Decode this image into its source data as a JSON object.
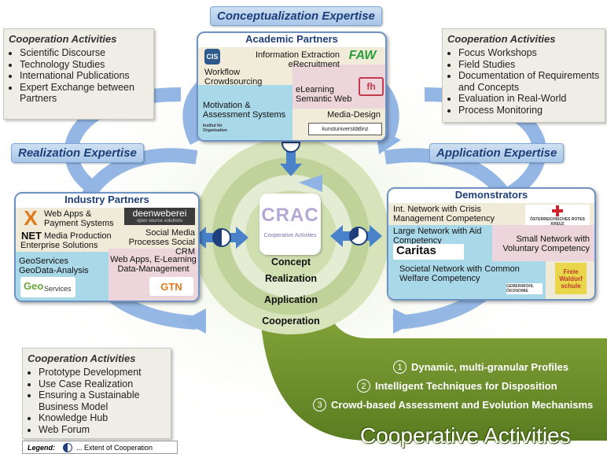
{
  "banners": {
    "conceptualization": "Conceptualization Expertise",
    "realization": "Realization Expertise",
    "application": "Application Expertise"
  },
  "coop_top_left": {
    "title": "Cooperation Activities",
    "items": [
      "Scientific Discourse",
      "Technology Studies",
      "International Publications",
      "Expert Exchange between Partners"
    ]
  },
  "coop_top_right": {
    "title": "Cooperation Activities",
    "items": [
      "Focus Workshops",
      "Field Studies",
      "Documentation of Requirements and Concepts",
      "Evaluation in Real-World",
      "Process Monitoring"
    ]
  },
  "coop_bottom_left": {
    "title": "Cooperation Activities",
    "items": [
      "Prototype Development",
      "Use Case Realization",
      "Ensuring a Sustainable Business Model",
      "Knowledge Hub",
      "Web Forum"
    ]
  },
  "academic": {
    "title": "Academic Partners",
    "info": "Information Extraction eRecruitment",
    "workflow": "Workflow Crowdsourcing",
    "elearning": "eLearning Semantic Web",
    "motivation": "Motivation & Assessment Systems",
    "media": "Media-Design",
    "logo_cis": "CIS",
    "logo_faw": "FAW",
    "logo_fh": "fh",
    "logo_kunst": "kunstuniversitätlinz",
    "logo_inst": "Institut für Organisation"
  },
  "industry": {
    "title": "Industry Partners",
    "web_apps": "Web Apps & Payment Systems",
    "net_media": "Media Production",
    "enterprise": "Enterprise Solutions",
    "social": "Social Media Processes Social CRM",
    "geo": "GeoServices GeoData-Analysis",
    "web_elearning": "Web Apps, E-Learning Data-Management",
    "logo_x": "X",
    "logo_net": "NET",
    "logo_deen": "deenweberei",
    "logo_deen_sub": "open source solutions",
    "logo_geo": "Geo",
    "logo_geo_sub": "Services",
    "logo_gtn": "GTN"
  },
  "demonstrators": {
    "title": "Demonstrators",
    "crisis": "Int. Network with Crisis Management Competency",
    "large": "Large Network with Aid Competency",
    "small": "Small Network with Voluntary Competency",
    "societal": "Societal Network with Common Welfare Competency",
    "logo_caritas": "Caritas",
    "logo_redcross": "ÖSTERREICHISCHES ROTES KREUZ",
    "logo_gemeinwohl": "GEMEINWOHL ÖKONOMIE",
    "logo_freie": "Freie Waldorf schule"
  },
  "center": {
    "logo": "CRAC",
    "logo_sub": "Cooperative Activities",
    "rings": [
      "Concept",
      "Realization",
      "Application",
      "Cooperation"
    ]
  },
  "features": [
    {
      "num": "1",
      "text": "Dynamic, multi-granular Profiles"
    },
    {
      "num": "2",
      "text": "Intelligent Techniques for Disposition"
    },
    {
      "num": "3",
      "text": "Crowd-based Assessment and Evolution Mechanisms"
    }
  ],
  "big_title": "Cooperative Activities",
  "legend": {
    "label": "Legend:",
    "text": "... Extent of Cooperation"
  },
  "colors": {
    "arrow_blue": "#8fb3e3",
    "ring_green": "#a9c47a",
    "olive": "#6c8f2a",
    "banner_text": "#1c3f7a"
  }
}
